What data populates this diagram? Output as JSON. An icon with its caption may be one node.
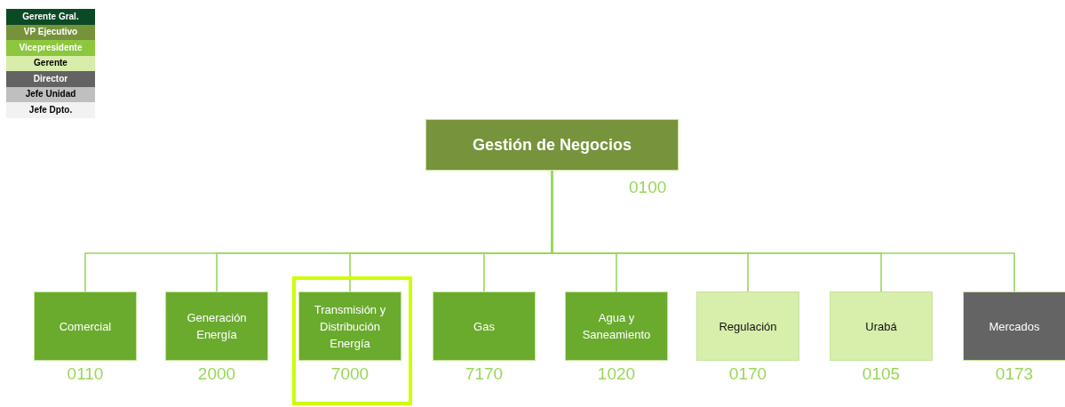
{
  "diagram": {
    "nodes": [
      {
        "text": [
          "Gestión de Negocios"
        ],
        "beside": [
          "0100"
        ]
      },
      {
        "text": [
          "Comercial"
        ],
        "beside": [
          "0110"
        ]
      },
      {
        "text": [
          "Generación Energía"
        ],
        "beside": [
          "2000"
        ]
      },
      {
        "text": [
          "Transmisión y Distribución Energía"
        ],
        "beside": [
          "7000"
        ]
      },
      {
        "text": [
          "Gas"
        ],
        "beside": [
          "7170"
        ]
      },
      {
        "text": [
          "Agua y Saneamiento"
        ],
        "beside": [
          "1020"
        ]
      },
      {
        "text": [
          "Regulación"
        ],
        "beside": [
          "0170"
        ]
      },
      {
        "text": [
          "Urabá"
        ],
        "beside": [
          "0105"
        ]
      },
      {
        "text": [
          "Mercados"
        ],
        "beside": [
          "0173"
        ]
      }
    ],
    "edges": [
      {
        "from": 0,
        "to": 1,
        "arrow": "none"
      },
      {
        "from": 0,
        "to": 2,
        "arrow": "none"
      },
      {
        "from": 0,
        "to": 3,
        "arrow": "none"
      },
      {
        "from": 0,
        "to": 4,
        "arrow": "none"
      },
      {
        "from": 0,
        "to": 5,
        "arrow": "none"
      },
      {
        "from": 0,
        "to": 6,
        "arrow": "none"
      },
      {
        "from": 0,
        "to": 7,
        "arrow": "none"
      },
      {
        "from": 0,
        "to": 8,
        "arrow": "none"
      }
    ],
    "legend": [
      {
        "text": "Gerente Gral.",
        "color": "#0b4a25"
      },
      {
        "text": "VP Ejecutivo",
        "color": "#76933c"
      },
      {
        "text": "Vicepresidente",
        "color": "#8dc63f"
      },
      {
        "text": "Gerente",
        "color": "#d8edaa"
      },
      {
        "text": "Director",
        "color": "#636363"
      },
      {
        "text": "Jefe Unidad",
        "color": "#bfbfbf"
      },
      {
        "text": "Jefe Dpto.",
        "color": "#f2f2f2"
      }
    ]
  }
}
